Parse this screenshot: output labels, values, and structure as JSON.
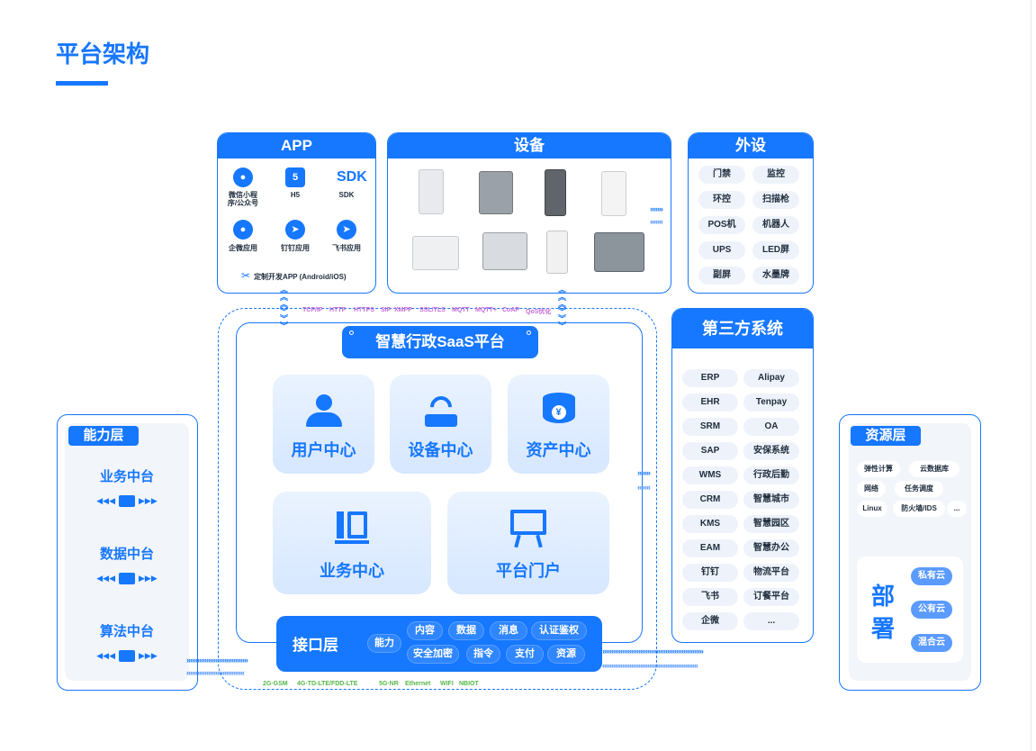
{
  "page": {
    "title": "平台架构"
  },
  "app": {
    "title": "APP",
    "items": [
      {
        "label": "微信小程序/公众号",
        "icon": "wechat-icon"
      },
      {
        "label": "H5",
        "icon": "html5-icon"
      },
      {
        "label": "SDK",
        "icon": "sdk-icon"
      },
      {
        "label": "企微应用",
        "icon": "wecom-icon"
      },
      {
        "label": "钉钉应用",
        "icon": "dingtalk-icon"
      },
      {
        "label": "飞书应用",
        "icon": "feishu-icon"
      }
    ],
    "custom": "定制开发APP (Android/iOS)"
  },
  "devices": {
    "title": "设备"
  },
  "peripherals": {
    "title": "外设",
    "items": [
      "门禁",
      "监控",
      "环控",
      "扫描枪",
      "POS机",
      "机器人",
      "UPS",
      "LED屏",
      "副屏",
      "水墨牌"
    ]
  },
  "protocols_top": [
    "TCP/IP",
    "HTTP",
    "HTTPS",
    "SIP",
    "XMPP",
    "SSL/TLS",
    "MQTT",
    "MQTT+",
    "CoAP",
    "QoS优化"
  ],
  "protocols_bottom": [
    "2G·GSM",
    "4G·TD-LTE/FDD-LTE",
    "5G·NR",
    "Ethernet",
    "WIFI",
    "NBIOT"
  ],
  "saas": {
    "title": "智慧行政SaaS平台",
    "centers": [
      "用户中心",
      "设备中心",
      "资产中心",
      "业务中心",
      "平台门户"
    ]
  },
  "api": {
    "title": "接口层",
    "chips": [
      "能力",
      "内容",
      "数据",
      "消息",
      "认证鉴权",
      "安全加密",
      "指令",
      "支付",
      "资源"
    ]
  },
  "third_party": {
    "title": "第三方系统",
    "items": [
      "ERP",
      "Alipay",
      "EHR",
      "Tenpay",
      "SRM",
      "OA",
      "SAP",
      "安保系统",
      "WMS",
      "行政后勤",
      "CRM",
      "智慧城市",
      "KMS",
      "智慧园区",
      "EAM",
      "智慧办公",
      "钉钉",
      "物流平台",
      "飞书",
      "订餐平台",
      "企微",
      "..."
    ]
  },
  "ability": {
    "title": "能力层",
    "items": [
      "业务中台",
      "数据中台",
      "算法中台"
    ]
  },
  "resource": {
    "title": "资源层",
    "chips": [
      "弹性计算",
      "云数据库",
      "网络",
      "任务调度",
      "Linux",
      "防火墙/IDS",
      "..."
    ],
    "deploy_title": "部署",
    "deploy_chars": [
      "部",
      "署"
    ],
    "deploy_items": [
      "私有云",
      "公有云",
      "混合云"
    ]
  },
  "colors": {
    "primary": "#1677ff",
    "panel_bg": "#f2f5fa",
    "center_bg": "#eaf3ff"
  }
}
